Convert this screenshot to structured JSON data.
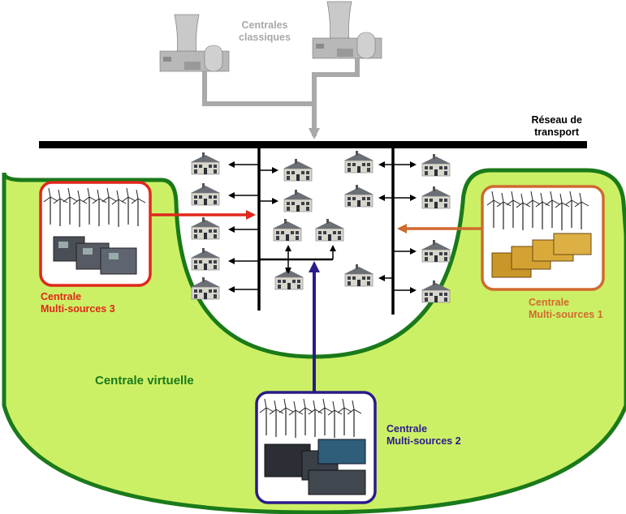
{
  "labels": {
    "classic_plants_line1": "Centrales",
    "classic_plants_line2": "classiques",
    "grid_line1": "Réseau de",
    "grid_line2": "transport",
    "virtual_plant": "Centrale virtuelle",
    "msp3_line1": "Centrale",
    "msp3_line2": "Multi-sources 3",
    "msp1_line1": "Centrale",
    "msp1_line2": "Multi-sources 1",
    "msp2_line1": "Centrale",
    "msp2_line2": "Multi-sources 2"
  },
  "colors": {
    "virtual_plant_fill": "#ccf065",
    "virtual_plant_border": "#1a7a1a",
    "classic_gray": "#a9a9a9",
    "grid_black": "#000000",
    "msp3_red": "#e0271b",
    "msp1_orange": "#d06a2e",
    "msp2_blue": "#2a1b8a"
  }
}
